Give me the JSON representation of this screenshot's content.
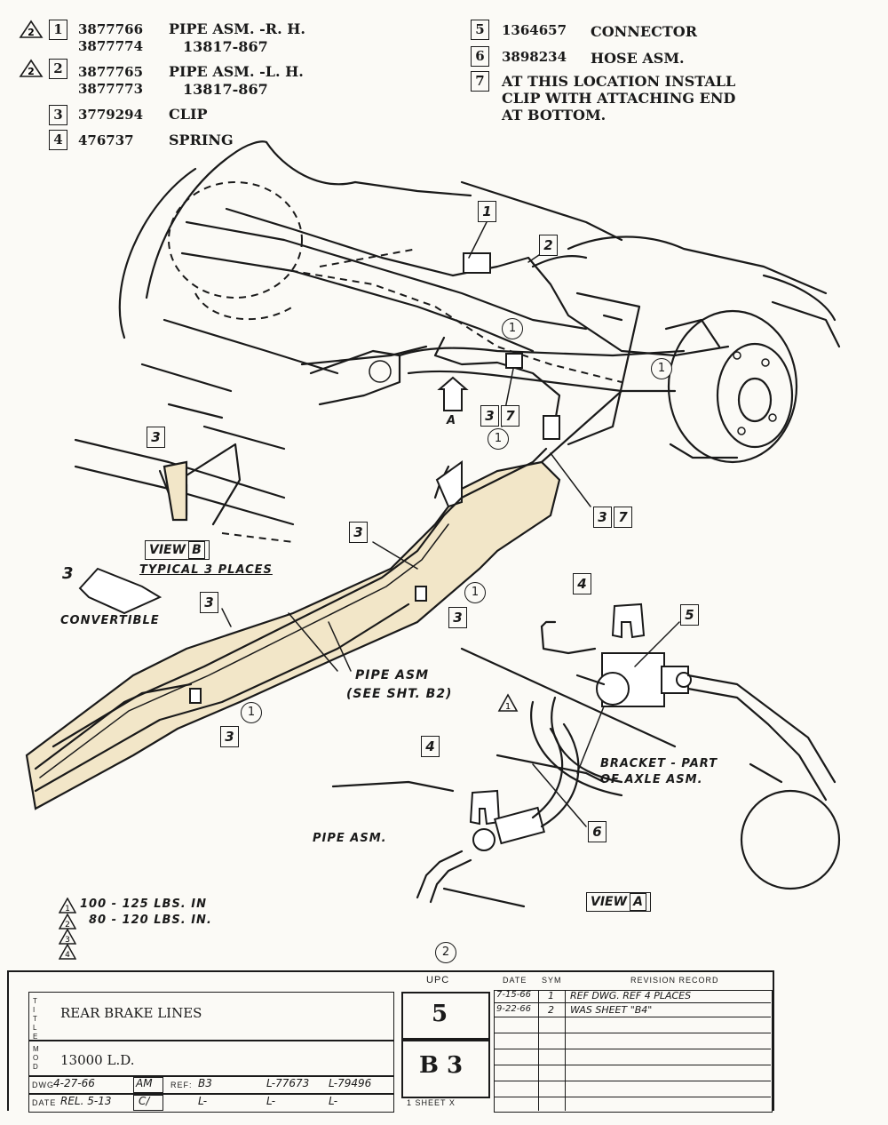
{
  "parts": [
    {
      "num": "1",
      "flag": "2",
      "pn": [
        "3877766",
        "3877774"
      ],
      "desc": [
        "PIPE ASM. -R. H.",
        "13817-867"
      ]
    },
    {
      "num": "2",
      "flag": "2",
      "pn": [
        "3877765",
        "3877773"
      ],
      "desc": [
        "PIPE ASM. -L. H.",
        "13817-867"
      ]
    },
    {
      "num": "3",
      "flag": "",
      "pn": [
        "3779294"
      ],
      "desc": [
        "CLIP"
      ]
    },
    {
      "num": "4",
      "flag": "",
      "pn": [
        "476737"
      ],
      "desc": [
        "SPRING"
      ]
    },
    {
      "num": "5",
      "flag": "",
      "pn": [
        "1364657"
      ],
      "desc": [
        "CONNECTOR"
      ]
    },
    {
      "num": "6",
      "flag": "",
      "pn": [
        "3898234"
      ],
      "desc": [
        "HOSE ASM."
      ]
    },
    {
      "num": "7",
      "flag": "",
      "pn": [],
      "desc": [
        "AT THIS LOCATION INSTALL",
        "CLIP WITH ATTACHING END",
        "AT BOTTOM."
      ]
    }
  ],
  "drawing": {
    "callouts": [
      "1",
      "2",
      "3",
      "3",
      "3",
      "3",
      "3",
      "4",
      "4",
      "5",
      "6"
    ],
    "callout_pairs": [
      "3",
      "7"
    ],
    "circled_refs": [
      "1",
      "1",
      "1",
      "1",
      "1"
    ],
    "view_a_arrow": "A",
    "view_b_label": "VIEW",
    "view_b_letter": "B",
    "typical": "TYPICAL 3 PLACES",
    "convertible_num": "3",
    "convertible": "CONVERTIBLE",
    "pipe_asm_ref_1": "PIPE ASM",
    "pipe_asm_ref_2": "(SEE SHT. B2)",
    "bracket_1": "BRACKET - PART",
    "bracket_2": "OF AXLE ASM.",
    "pipe_asm_label": "PIPE ASM.",
    "view_a_label": "VIEW",
    "view_a_letter": "A",
    "flag_1": "1"
  },
  "torque_notes": [
    {
      "flag": "1",
      "text": "100 - 125 LBS. IN"
    },
    {
      "flag": "2",
      "text": "80 - 120 LBS. IN."
    },
    {
      "flag": "3",
      "text": ""
    },
    {
      "flag": "4",
      "text": ""
    }
  ],
  "sheet_circle": "2",
  "title_block": {
    "title_side": "TITLE",
    "title": "REAR BRAKE LINES",
    "mod_side": "MOD",
    "model": "13000  L.D.",
    "upc_label": "UPC",
    "upc": "5",
    "sheet": "B 3",
    "sheet_small": "1 SHEET X",
    "dwg_label": "DWG",
    "dwg_date": "4-27-66",
    "dwg_init": "AM",
    "ref_label": "REF:",
    "ref_val": "B3",
    "l1": "L-77673",
    "l2": "L-79496",
    "date_label": "DATE",
    "date_val": "REL. 5-13",
    "date_init": "C/",
    "l3": "L-",
    "l4": "L-",
    "l5": "L-",
    "rev_date_hdr": "DATE",
    "rev_sym_hdr": "SYM",
    "rev_rec_hdr": "REVISION RECORD",
    "revisions": [
      {
        "date": "7-15-66",
        "sym": "1",
        "text": "REF DWG. REF 4 PLACES"
      },
      {
        "date": "9-22-66",
        "sym": "2",
        "text": "WAS SHEET \"B4\""
      }
    ]
  }
}
